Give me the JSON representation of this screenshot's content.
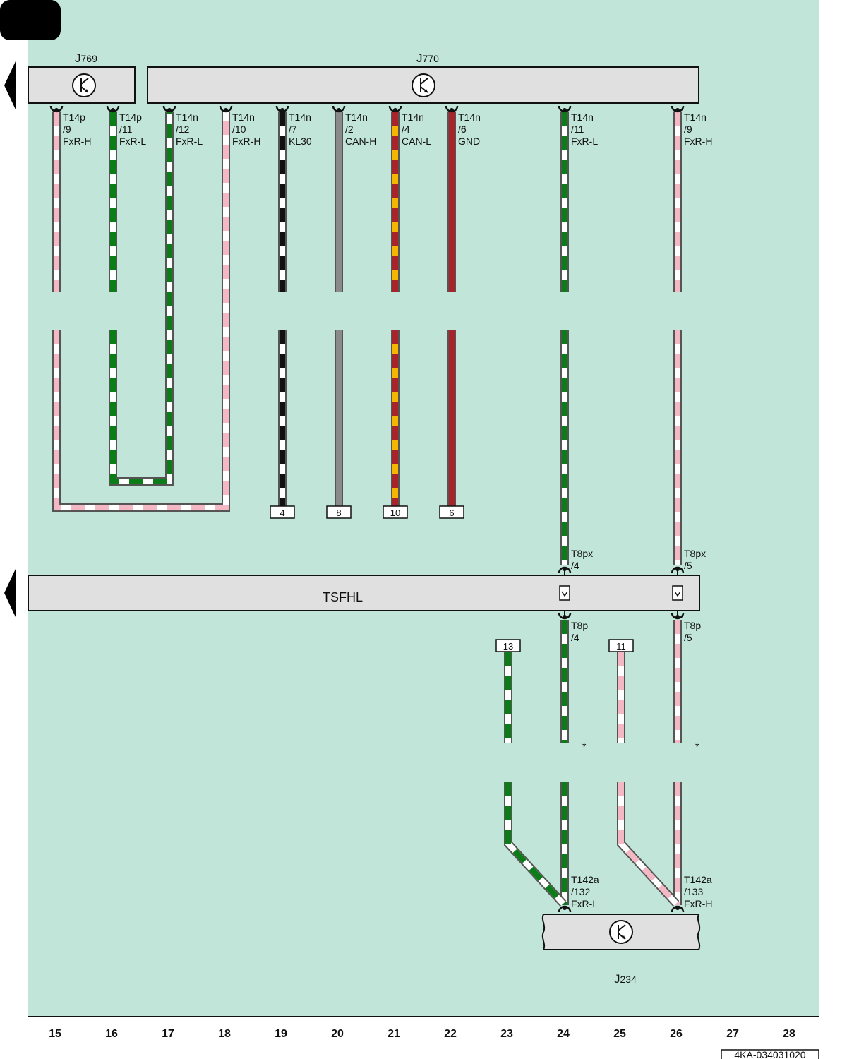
{
  "colors": {
    "background": "#c1e5d9",
    "component_fill": "#e0e0e0",
    "pink": "#f4b8c4",
    "green": "#0b7d16",
    "black": "#111111",
    "grey": "#8a8a8a",
    "brown_red": "#a8232a",
    "orange": "#f6b500",
    "white": "#ffffff"
  },
  "components": {
    "j769": {
      "letter": "J",
      "number": "769",
      "icon": "control-unit-icon"
    },
    "j770": {
      "letter": "J",
      "number": "770",
      "icon": "control-unit-icon"
    },
    "tsfhl": {
      "label": "TSFHL"
    },
    "j234": {
      "letter": "J",
      "number": "234",
      "icon": "control-unit-icon"
    }
  },
  "pins": [
    {
      "connector": "T14p",
      "pin": "/9",
      "signal": "FxR-H",
      "column": "15",
      "wire": "white-pink"
    },
    {
      "connector": "T14p",
      "pin": "/11",
      "signal": "FxR-L",
      "column": "16",
      "wire": "white-green"
    },
    {
      "connector": "T14n",
      "pin": "/12",
      "signal": "FxR-L",
      "column": "17",
      "wire": "white-green"
    },
    {
      "connector": "T14n",
      "pin": "/10",
      "signal": "FxR-H",
      "column": "18",
      "wire": "white-pink"
    },
    {
      "connector": "T14n",
      "pin": "/7",
      "signal": "KL30",
      "column": "19",
      "wire": "white-black"
    },
    {
      "connector": "T14n",
      "pin": "/2",
      "signal": "CAN-H",
      "column": "20",
      "wire": "grey"
    },
    {
      "connector": "T14n",
      "pin": "/4",
      "signal": "CAN-L",
      "column": "21",
      "wire": "orange-brown"
    },
    {
      "connector": "T14n",
      "pin": "/6",
      "signal": "GND",
      "column": "22",
      "wire": "brown"
    },
    {
      "connector": "T14n",
      "pin": "/11",
      "signal": "FxR-L",
      "column": "24",
      "wire": "white-green"
    },
    {
      "connector": "T14n",
      "pin": "/9",
      "signal": "FxR-H",
      "column": "26",
      "wire": "white-pink"
    }
  ],
  "terminal_boxes": [
    {
      "label": "4",
      "column": "19"
    },
    {
      "label": "8",
      "column": "20"
    },
    {
      "label": "10",
      "column": "21"
    },
    {
      "label": "6",
      "column": "22"
    }
  ],
  "reference_boxes": [
    {
      "label": "13",
      "column": "23"
    },
    {
      "label": "11",
      "column": "25"
    }
  ],
  "tsfhl_pins_top": [
    {
      "connector": "T8px",
      "pin": "/4",
      "column": "24"
    },
    {
      "connector": "T8px",
      "pin": "/5",
      "column": "26"
    }
  ],
  "tsfhl_pins_bottom": [
    {
      "connector": "T8p",
      "pin": "/4",
      "column": "24"
    },
    {
      "connector": "T8p",
      "pin": "/5",
      "column": "26"
    }
  ],
  "j234_pins": [
    {
      "connector": "T142a",
      "pin": "/132",
      "signal": "FxR-L",
      "column": "24"
    },
    {
      "connector": "T142a",
      "pin": "/133",
      "signal": "FxR-H",
      "column": "26"
    }
  ],
  "asterisks": [
    "*",
    "*"
  ],
  "columns": [
    "15",
    "16",
    "17",
    "18",
    "19",
    "20",
    "21",
    "22",
    "23",
    "24",
    "25",
    "26",
    "27",
    "28"
  ],
  "document_number": "4KA-034031020"
}
